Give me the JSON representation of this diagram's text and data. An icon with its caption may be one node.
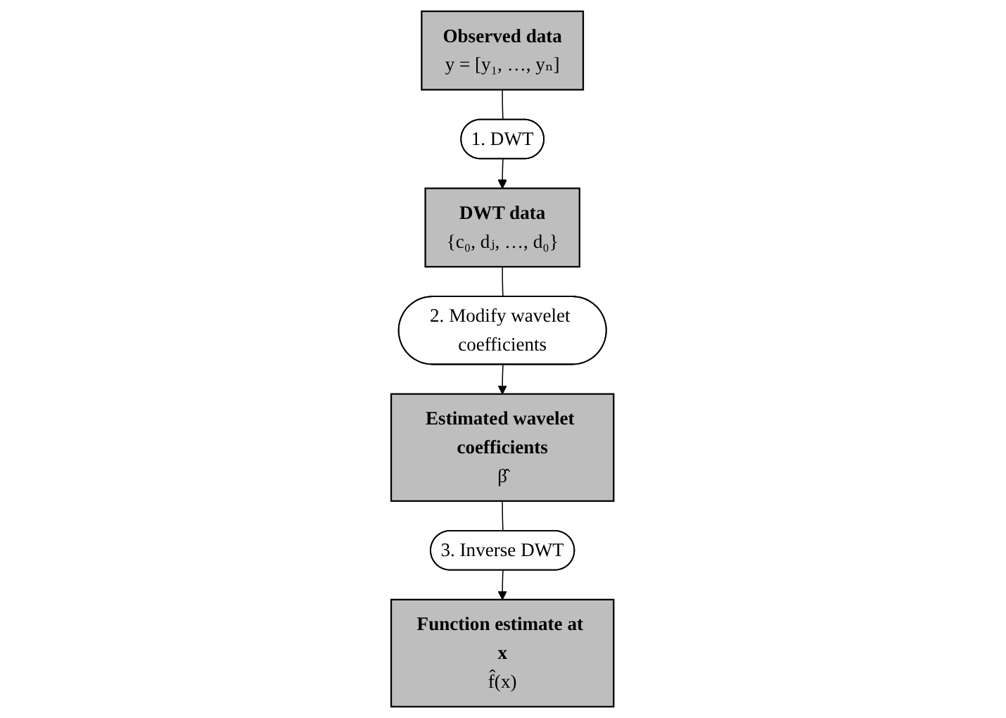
{
  "diagram": {
    "nodes": [
      {
        "text": [
          "Observed data",
          "y = [y₁, …, yₙ]"
        ]
      },
      {
        "text": [
          "1. DWT"
        ]
      },
      {
        "text": [
          "DWT data",
          "{c₀, dⱼ, …, d₀}"
        ]
      },
      {
        "text": [
          "2. Modify wavelet coefficients"
        ]
      },
      {
        "text": [
          "Estimated wavelet coefficients",
          "β̂"
        ]
      },
      {
        "text": [
          "3. Inverse DWT"
        ]
      },
      {
        "text": [
          "Function estimate at x",
          "f̂(x)"
        ]
      }
    ],
    "edges": [
      {
        "from": 0,
        "to": 1,
        "arrow": "none"
      },
      {
        "from": 1,
        "to": 2,
        "arrow": "to"
      },
      {
        "from": 2,
        "to": 3,
        "arrow": "none"
      },
      {
        "from": 3,
        "to": 4,
        "arrow": "to"
      },
      {
        "from": 4,
        "to": 5,
        "arrow": "none"
      },
      {
        "from": 5,
        "to": 6,
        "arrow": "to"
      }
    ]
  }
}
